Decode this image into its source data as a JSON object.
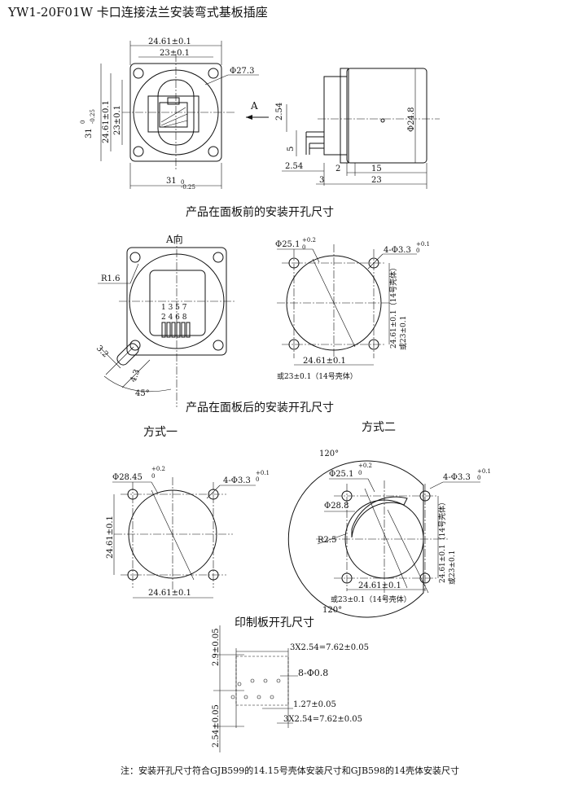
{
  "title": "YW1-20F01W 卡口连接法兰安装弯式基板插座",
  "captions": {
    "front_mount": "产品在面板前的安装开孔尺寸",
    "rear_mount": "产品在面板后的安装开孔尺寸",
    "method_one": "方式一",
    "method_two": "方式二",
    "pcb": "印制板开孔尺寸"
  },
  "note": "注：安装开孔尺寸符合GJB599的14.15号壳体安装尺寸和GJB598的14壳体安装尺寸",
  "dims": {
    "d1": "24.61±0.1",
    "d2": "23±0.1",
    "d3": "Φ27.3",
    "d4": "31",
    "d5": "24.61±0.1",
    "d6": "23±0.1",
    "d7": "31",
    "d8": "A",
    "d9": "2.54",
    "d10": "Φ24.8",
    "d11": "5",
    "d12": "2.54",
    "d13": "2",
    "d14": "15",
    "d15": "3",
    "d16": "23",
    "d17": "A向",
    "d18": "R1.6",
    "d19": "1 3 5 7",
    "d20": "2 4 6 8",
    "d21": "3.2",
    "d22": "4.3",
    "d23": "45°",
    "d24": "Φ25.1",
    "d25": "4-Φ3.3",
    "d26": "24.61±0.1（14号壳体）",
    "d27": "或23±0.1",
    "d28": "24.61±0.1",
    "d29": "或23±0.1（14号壳体）",
    "d30": "Φ28.45",
    "d31": "4-Φ3.3",
    "d32": "24.61±0.1",
    "d33": "24.61±0.1",
    "d34": "120°",
    "d35": "Φ25.1",
    "d36": "4-Φ3.3",
    "d37": "Φ28.8",
    "d38": "R2.5",
    "d39": "24.61±0.1（14号壳体）",
    "d40": "或23±0.1",
    "d41": "24.61±0.1",
    "d42": "或23±0.1（14号壳体）",
    "d43": "120°",
    "d44": "2.9±0.05",
    "d45": "3X2.54=7.62±0.05",
    "d46": "8-Φ0.8",
    "d47": "1.27±0.05",
    "d48": "3X2.54=7.62±0.05",
    "d49": "2.54±0.05"
  },
  "tolerances": {
    "t1": "0",
    "t2": "-0.25",
    "t3": "0",
    "t4": "-0.25",
    "t5": "+0.2",
    "t6": "0",
    "t7": "+0.1",
    "t8": "0",
    "t9": "+0.2",
    "t10": "0",
    "t11": "+0.1",
    "t12": "0",
    "t13": "+0.2",
    "t14": "0",
    "t15": "+0.1",
    "t16": "0"
  }
}
